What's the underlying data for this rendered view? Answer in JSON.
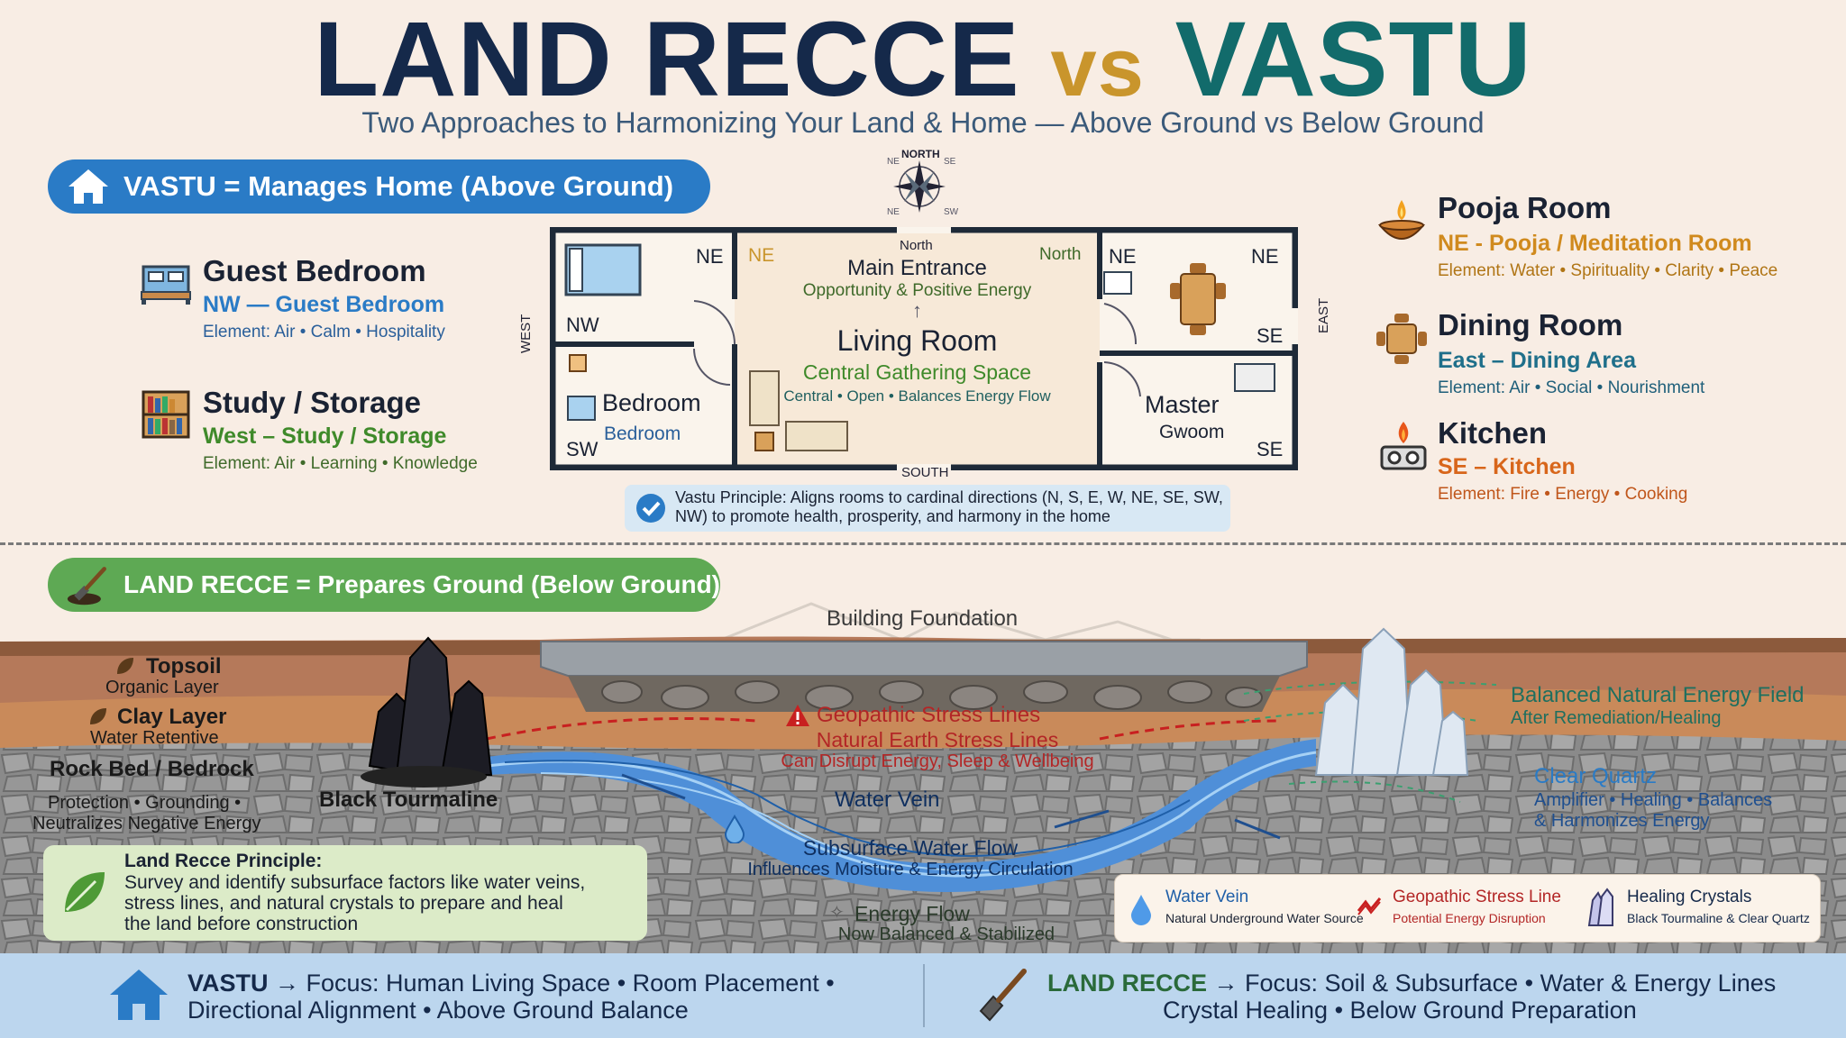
{
  "title": {
    "left": "LAND RECCE",
    "vs": "vs",
    "right": "VASTU"
  },
  "subtitle": "Two Approaches to Harmonizing Your Land & Home — Above Ground vs Below Ground",
  "colors": {
    "navy": "#15294a",
    "gold": "#c9952c",
    "teal": "#126b6b",
    "blue": "#2a7bc6",
    "green": "#3f9a40",
    "red": "#b32626",
    "orange": "#d8661b"
  },
  "vastu_pill": "VASTU = Manages Home (Above Ground)",
  "land_pill": "LAND RECCE = Prepares Ground (Below Ground)",
  "left_rooms": [
    {
      "icon": "bed-icon",
      "title": "Guest Bedroom",
      "sub": "NW — Guest Bedroom",
      "element": "Element: Air • Calm • Hospitality"
    },
    {
      "icon": "bookshelf-icon",
      "title": "Study / Storage",
      "sub": "West – Study / Storage",
      "element": "Element: Air • Learning • Knowledge"
    }
  ],
  "right_rooms": [
    {
      "icon": "diya-lamp-icon",
      "title": "Pooja Room",
      "sub": "NE - Pooja / Meditation Room",
      "element": "Element: Water • Spirituality • Clarity • Peace"
    },
    {
      "icon": "dining-table-icon",
      "title": "Dining Room",
      "sub": "East – Dining Area",
      "element": "Element: Air • Social • Nourishment"
    },
    {
      "icon": "stove-icon",
      "title": "Kitchen",
      "sub": "SE – Kitchen",
      "element": "Element: Fire • Energy • Cooking"
    }
  ],
  "compass": {
    "north": "NORTH",
    "ne": "NE",
    "se": "SE",
    "nw": "NE",
    "sw": "SW"
  },
  "plan": {
    "north_label": "North",
    "south_label": "SOUTH",
    "west_label": "WEST",
    "east_label": "EAST",
    "nw_room": {
      "ne": "NE",
      "nw": "NW"
    },
    "bedroom": {
      "title": "Bedroom",
      "sub": "Bedroom",
      "sw": "SW"
    },
    "center": {
      "ne": "NE",
      "north": "North",
      "entrance": "Main Entrance",
      "entrance_sub": "Opportunity & Positive Energy",
      "title": "Living Room",
      "sub": "Central Gathering Space",
      "desc": "Central • Open • Balances Energy Flow"
    },
    "ne_room": {
      "ne1": "NE",
      "ne2": "NE",
      "se": "SE"
    },
    "master": {
      "title": "Master",
      "sub": "Gwoom",
      "se": "SE"
    }
  },
  "vastu_principle": "Vastu Principle: Aligns rooms to cardinal directions (N, S, E, W, NE, SE, SW, NW) to promote health, prosperity, and harmony in the home",
  "foundation": "Building Foundation",
  "layers": [
    {
      "title": "Topsoil",
      "sub": "Organic Layer"
    },
    {
      "title": "Clay Layer",
      "sub": "Water Retentive"
    },
    {
      "title": "Rock Bed / Bedrock",
      "sub": ""
    }
  ],
  "tourmaline": {
    "title": "Black Tourmaline",
    "desc1": "Protection • Grounding •",
    "desc2": "Neutralizes Negative Energy"
  },
  "stress": {
    "l1": "Geopathic Stress Lines",
    "l2": "Natural Earth Stress Lines",
    "l3": "Can Disrupt Energy, Sleep & Wellbeing"
  },
  "water_vein": "Water Vein",
  "subsurface": {
    "title": "Subsurface Water Flow",
    "sub": "Influences Moisture & Energy Circulation"
  },
  "energy_flow": {
    "title": "Energy Flow",
    "sub": "Now Balanced & Stabilized"
  },
  "balanced": {
    "title": "Balanced Natural Energy Field",
    "sub": "After Remediation/Healing"
  },
  "quartz": {
    "title": "Clear Quartz",
    "desc1": "Amplifier • Healing • Balances",
    "desc2": "& Harmonizes Energy"
  },
  "land_principle": {
    "title": "Land Recce Principle:",
    "l1": "Survey and identify subsurface factors like water veins,",
    "l2": "stress lines, and natural crystals to prepare and heal",
    "l3": "the land before construction"
  },
  "legend": [
    {
      "icon": "water-drop-icon",
      "title": "Water Vein",
      "sub": "Natural Underground Water Source"
    },
    {
      "icon": "stress-line-icon",
      "title": "Geopathic Stress Line",
      "sub": "Potential Energy Disruption"
    },
    {
      "icon": "crystal-icon",
      "title": "Healing Crystals",
      "sub": "Black Tourmaline & Clear Quartz"
    }
  ],
  "footer": {
    "vastu_word": "VASTU",
    "vastu_l1": " → Focus: Human Living Space • Room Placement •",
    "vastu_l2": "Directional Alignment • Above Ground Balance",
    "land_word": "LAND RECCE",
    "land_l1": " → Focus: Soil & Subsurface • Water & Energy Lines",
    "land_l2": "Crystal Healing • Below Ground Preparation"
  }
}
